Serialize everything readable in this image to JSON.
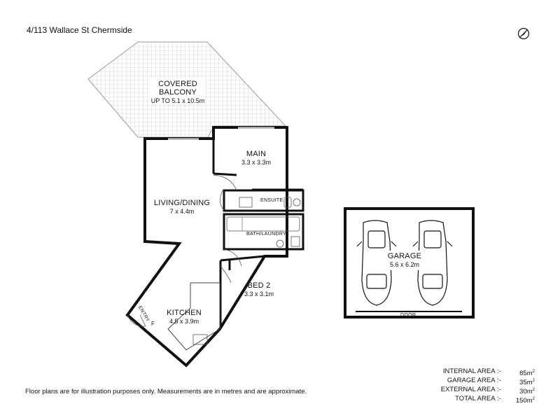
{
  "address": "4/113 Wallace St Chermside",
  "rooms": {
    "balcony": {
      "name_line1": "COVERED",
      "name_line2": "BALCONY",
      "dims": "UP TO 5.1 x 10.5m"
    },
    "main": {
      "name": "MAIN",
      "dims": "3.3 x 3.3m"
    },
    "living": {
      "name": "LIVING/DINING",
      "dims": "7 x 4.4m"
    },
    "ensuite": {
      "name": "ENSUITE"
    },
    "bath": {
      "name": "BATH/LAUNDRY"
    },
    "bed2": {
      "name": "BED 2",
      "dims": "3.3 x 3.1m"
    },
    "kitchen": {
      "name": "KITCHEN",
      "dims": "4.5 x 3.9m"
    },
    "entry": {
      "name": "ENTRY",
      "marker": "F"
    },
    "garage": {
      "name": "GARAGE",
      "dims": "5.6 x 6.2m",
      "door": "DOOR"
    }
  },
  "areas": [
    {
      "label": "INTERNAL AREA",
      "sep": ":-",
      "value": "85m",
      "unit": "2"
    },
    {
      "label": "GARAGE AREA",
      "sep": ":-",
      "value": "35m",
      "unit": "2"
    },
    {
      "label": "EXTERNAL AREA",
      "sep": ":-",
      "value": "30m",
      "unit": "2"
    },
    {
      "label": "TOTAL AREA",
      "sep": ":-",
      "value": "150m",
      "unit": "2"
    }
  ],
  "disclaimer": "Floor plans are for illustration purposes only. Measurements are in metres and are approximate.",
  "icons": {
    "compass": "compass-icon"
  }
}
